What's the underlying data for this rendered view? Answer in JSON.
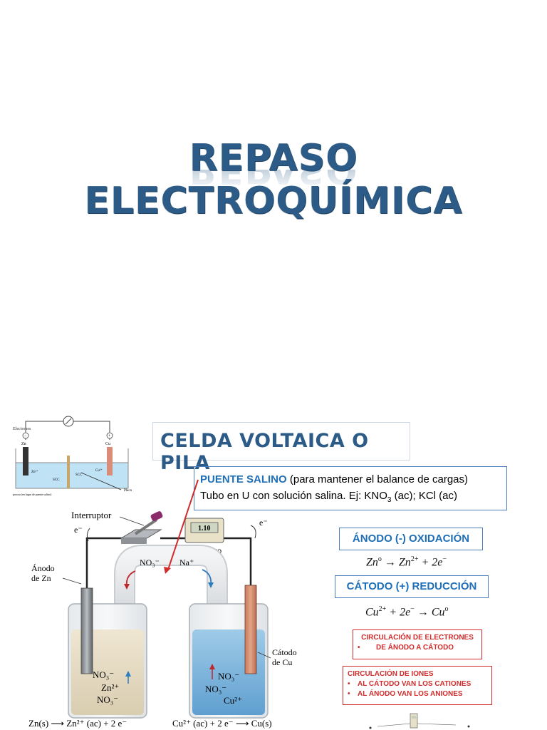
{
  "slide1": {
    "title": "REPASO ELECTROQUÍMICA"
  },
  "slide2": {
    "title": "CELDA VOLTAICA O PILA",
    "salt_bridge": {
      "label": "PUENTE SALINO",
      "desc": "(para mantener el balance de cargas)",
      "line2_pre": "Tubo en U con solución salina. Ej: KNO",
      "line2_sub": "3",
      "line2_post": " (ac); KCl (ac)"
    },
    "anode_box": "ÁNODO (-) OXIDACIÓN",
    "anode_eq": {
      "a": "Zn",
      "a_sup": "o",
      "arrow": "→",
      "b": "Zn",
      "b_sup": "2+",
      "rest": " + 2e",
      "rest_sup": "−"
    },
    "cathode_box": "CÁTODO (+) REDUCCIÓN",
    "cathode_eq": {
      "a": "Cu",
      "a_sup": "2+",
      "mid": " + 2e",
      "mid_sup": "−",
      "arrow": "→",
      "b": "Cu",
      "b_sup": "o"
    },
    "electron_box": {
      "title": "CIRCULACIÓN DE ELECTRONES",
      "item": "DE ÁNODO A CÁTODO"
    },
    "ion_box": {
      "title": "CIRCULACIÓN DE IONES",
      "items": [
        "AL CÁTODO VAN LOS CATIONES",
        "AL ÁNODO VAN LOS ANIONES"
      ]
    },
    "small_diagram": {
      "label_electrons": "Electrones",
      "label_zn": "Zn",
      "label_cu": "Cu",
      "label_minus": "−",
      "label_plus": "+",
      "label_zn2": "Zn²⁺",
      "label_cu2": "Cu²⁺",
      "label_scc1": "SCC",
      "label_scc2": "SCC",
      "label_placa": "Placa",
      "caption": "porosa (en lugar de puente salino)"
    },
    "diagram": {
      "interruptor": "Interruptor",
      "voltimetro": "Voltímetro",
      "reading": "1.10",
      "e_left": "e⁻",
      "e_right": "e⁻",
      "anodo": "Ánodo",
      "anodo2": "de Zn",
      "catodo": "Cátodo",
      "catodo2": "de Cu",
      "no3_bridge": "NO₃⁻",
      "na_bridge": "Na⁺",
      "left_ions": [
        "NO₃⁻",
        "Zn²⁺",
        "NO₃⁻"
      ],
      "right_ions": [
        "NO₃⁻",
        "NO₃⁻",
        "Cu²⁺"
      ],
      "reaction_left": "Zn(s) ⟶ Zn²⁺ (ac) + 2 e⁻",
      "reaction_right": "Cu²⁺ (ac) + 2 e⁻ ⟶ Cu(s)"
    }
  },
  "colors": {
    "title_blue": "#2b5b86",
    "label_blue": "#1f6fb8",
    "red": "#d12c2c",
    "box_border": "#4a7ebd"
  }
}
